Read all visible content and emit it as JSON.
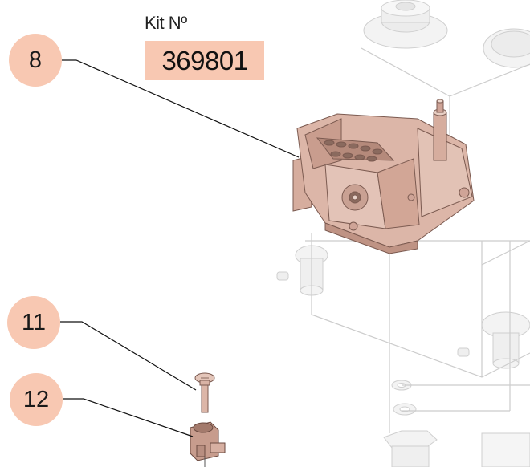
{
  "kit": {
    "label": "Kit Nº",
    "number": "369801"
  },
  "callouts": [
    {
      "id": "8",
      "label": "8"
    },
    {
      "id": "11",
      "label": "11"
    },
    {
      "id": "12",
      "label": "12"
    }
  ],
  "colors": {
    "callout_fill": "#f8c8b2",
    "part_fill": "#dcb6a8",
    "part_dark": "#8a6a5e",
    "ghost_line": "#c8c8c8"
  }
}
